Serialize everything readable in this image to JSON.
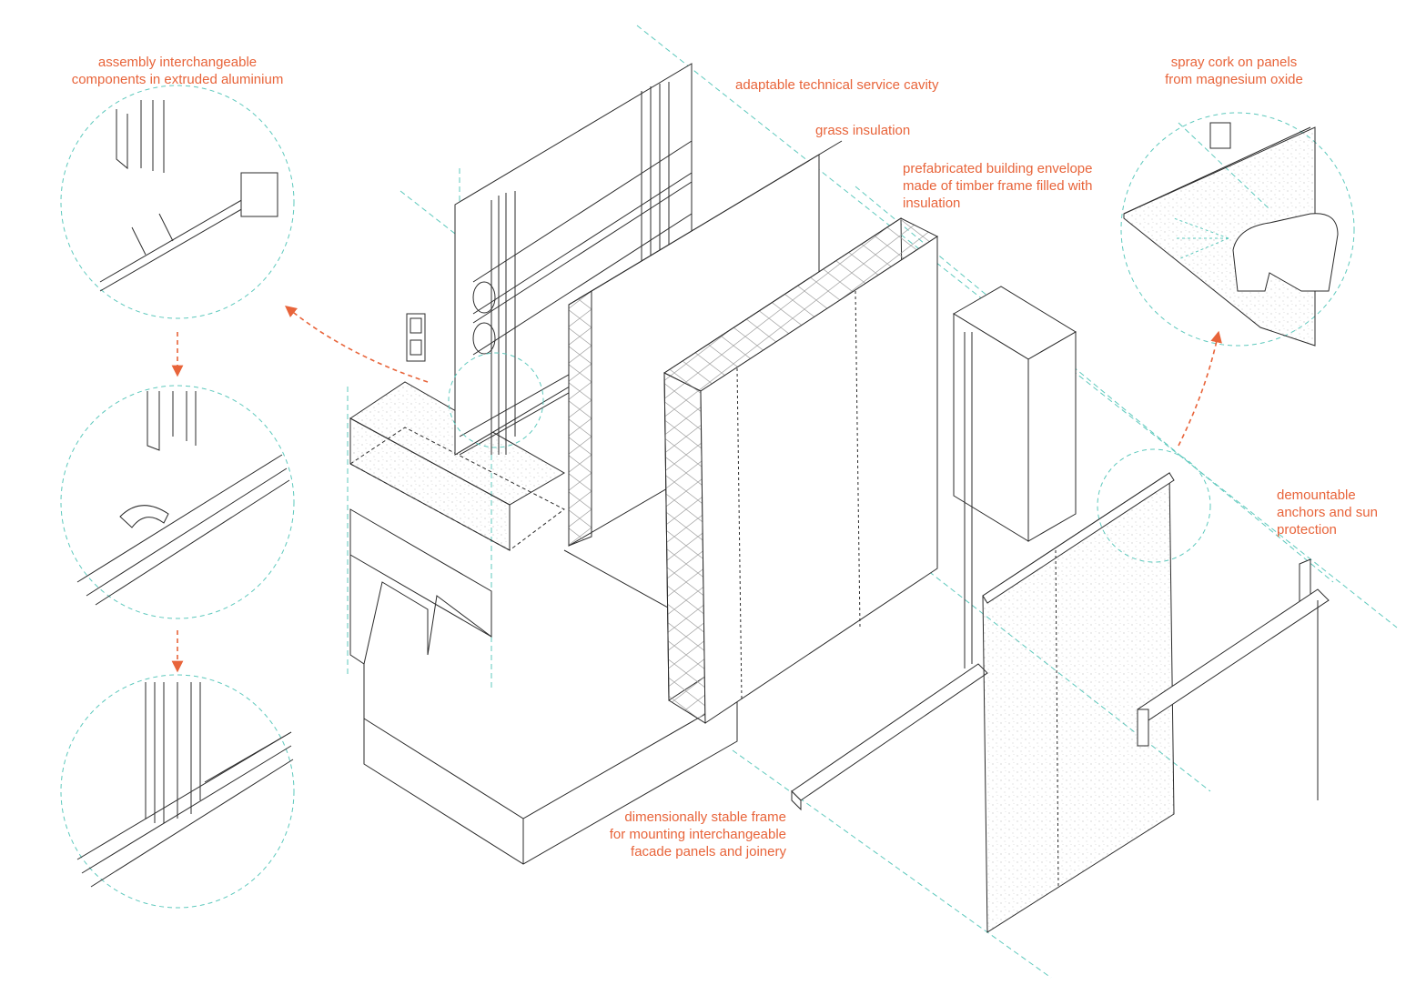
{
  "colors": {
    "annotation": "#e8643a",
    "line": "#2b2b2b",
    "guide": "#5ec9bd",
    "hatch": "#b9b9b9"
  },
  "labels": {
    "assembly": "assembly interchangeable\ncomponents in extruded aluminium",
    "cavity": "adaptable technical service cavity",
    "grass": "grass insulation",
    "envelope": "prefabricated building envelope\nmade of timber frame filled with\ninsulation",
    "spray": "spray cork on panels\nfrom magnesium oxide",
    "anchors": "demountable\nanchors and sun\nprotection",
    "frame": "dimensionally stable frame\nfor mounting interchangeable\nfacade panels and joinery"
  }
}
